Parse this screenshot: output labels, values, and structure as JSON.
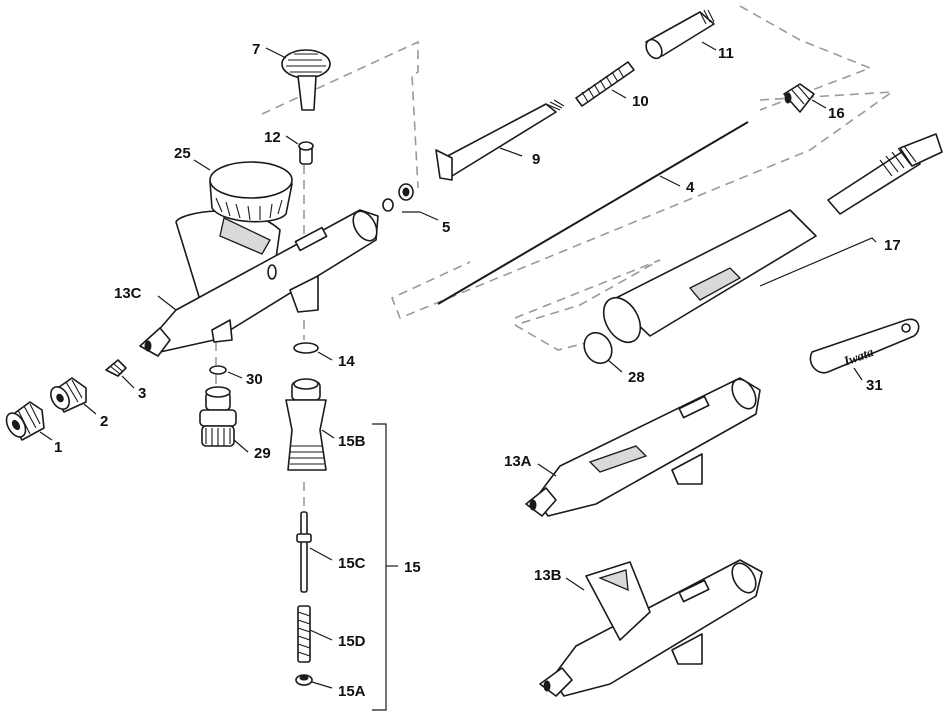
{
  "labels": {
    "p1": "1",
    "p2": "2",
    "p3": "3",
    "p4": "4",
    "p5": "5",
    "p7": "7",
    "p9": "9",
    "p10": "10",
    "p11": "11",
    "p12": "12",
    "p13a": "13A",
    "p13b": "13B",
    "p13c": "13C",
    "p14": "14",
    "p15": "15",
    "p15a": "15A",
    "p15b": "15B",
    "p15c": "15C",
    "p15d": "15D",
    "p16": "16",
    "p17": "17",
    "p25": "25",
    "p28": "28",
    "p29": "29",
    "p30": "30",
    "p31": "31"
  },
  "wrench_logo": "Iwata"
}
